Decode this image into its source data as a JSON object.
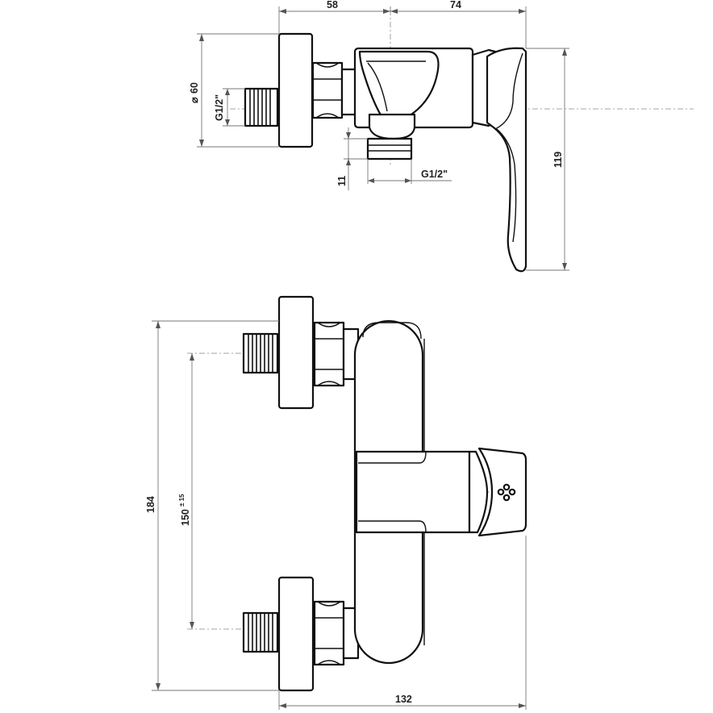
{
  "dimensions": {
    "top_depth_wall": "58",
    "top_depth_lever": "74",
    "flange_diameter": "60",
    "diameter_symbol": "⌀",
    "inlet_thread": "G1/2\"",
    "outlet_offset": "11",
    "outlet_thread": "G1/2\"",
    "total_height_side": "119",
    "front_height": "184",
    "inlet_spacing": "150",
    "inlet_spacing_tolerance": "± 15",
    "total_width": "132"
  }
}
